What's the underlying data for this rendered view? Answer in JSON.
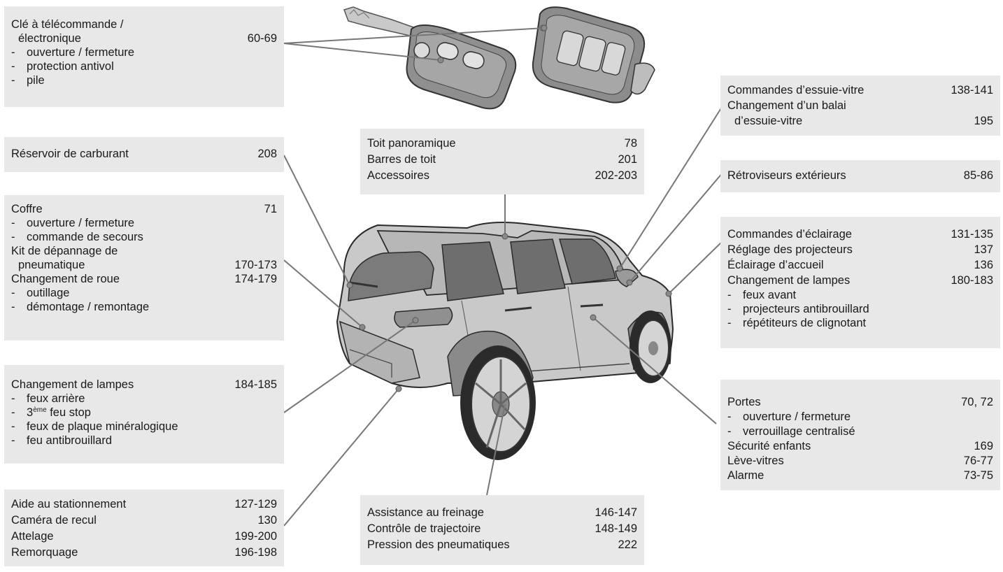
{
  "boxes": {
    "key": {
      "title_line1": "Clé à télécommande /",
      "title_line2": "électronique",
      "pages": "60-69",
      "items": [
        "ouverture / fermeture",
        "protection antivol",
        "pile"
      ]
    },
    "fuel": {
      "label": "Réservoir de carburant",
      "pages": "208"
    },
    "boot": {
      "coffre": "Coffre",
      "coffre_pages": "71",
      "coffre_items": [
        "ouverture / fermeture",
        "commande de secours"
      ],
      "kit_line1": "Kit de dépannage de",
      "kit_line2": "pneumatique",
      "kit_pages": "170-173",
      "wheel": "Changement de roue",
      "wheel_pages": "174-179",
      "wheel_items": [
        "outillage",
        "démontage / remontage"
      ]
    },
    "rear_lamps": {
      "label": "Changement de lampes",
      "pages": "184-185",
      "item1": "feux arrière",
      "item2_num": "3",
      "item2_sup": "ème",
      "item2_rest": " feu stop",
      "item3": "feux de plaque minéralogique",
      "item4": "feu antibrouillard"
    },
    "parking": {
      "rows": [
        {
          "label": "Aide au stationnement",
          "pages": "127-129"
        },
        {
          "label": "Caméra de recul",
          "pages": "130"
        },
        {
          "label": "Attelage",
          "pages": "199-200"
        },
        {
          "label": "Remorquage",
          "pages": "196-198"
        }
      ]
    },
    "roof": {
      "rows": [
        {
          "label": "Toit panoramique",
          "pages": "78"
        },
        {
          "label": "Barres de toit",
          "pages": "201"
        },
        {
          "label": "Accessoires",
          "pages": "202-203"
        }
      ]
    },
    "brakes": {
      "rows": [
        {
          "label": "Assistance au freinage",
          "pages": "146-147"
        },
        {
          "label": "Contrôle de trajectoire",
          "pages": "148-149"
        },
        {
          "label": "Pression des pneumatiques",
          "pages": "222"
        }
      ]
    },
    "wipers": {
      "cmd": "Commandes d’essuie-vitre",
      "cmd_pages": "138-141",
      "blade_line1": "Changement d’un balai",
      "blade_line2": "d’essuie-vitre",
      "blade_pages": "195"
    },
    "mirrors": {
      "label": "Rétroviseurs extérieurs",
      "pages": "85-86"
    },
    "lighting": {
      "rows": [
        {
          "label": "Commandes d’éclairage",
          "pages": "131-135"
        },
        {
          "label": "Réglage des projecteurs",
          "pages": "137"
        },
        {
          "label": "Éclairage d’accueil",
          "pages": "136"
        },
        {
          "label": "Changement de lampes",
          "pages": "180-183"
        }
      ],
      "items": [
        "feux avant",
        "projecteurs antibrouillard",
        "répétiteurs de clignotant"
      ]
    },
    "doors": {
      "label": "Portes",
      "pages": "70, 72",
      "items": [
        "ouverture / fermeture",
        "verrouillage centralisé"
      ],
      "rows": [
        {
          "label": "Sécurité enfants",
          "pages": "169"
        },
        {
          "label": "Lève-vitres",
          "pages": "76-77"
        },
        {
          "label": "Alarme",
          "pages": "73-75"
        }
      ]
    }
  },
  "bullet": "-"
}
